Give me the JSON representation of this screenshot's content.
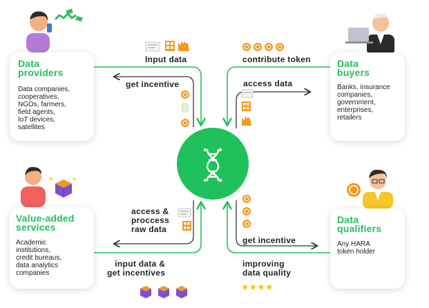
{
  "providers": {
    "title": "Data\nproviders",
    "body": "Data companies,\ncooperatives,\nNGOs, farmers,\nfield agents,\nIoT devices,\nsatellites"
  },
  "buyers": {
    "title": "Data\nbuyers",
    "body": "Banks, insurance\ncompanies,\ngovernment,\nenterprises,\nretailers"
  },
  "value_added": {
    "title": "Value-added\nservices",
    "body": "Academic\ninstitutions,\ncredit bureaus,\ndata analytics\ncompanies"
  },
  "qualifiers": {
    "title": "Data\nqualifiers",
    "body": "Any HARA\ntoken holder"
  },
  "flows": {
    "input_data": "Input data",
    "get_incentive_left": "get incentive",
    "contribute_token": "contribute token",
    "access_data": "access data",
    "access_process": "access &\nproccess\nraw data",
    "input_get_incentives": "input data &\nget incentives",
    "get_incentive_right": "get incentive",
    "improving_quality": "improving\ndata quality",
    "stars": "★★★★"
  },
  "colors": {
    "accent": "#1fc25a",
    "token": "#f29a1f",
    "cube": "#7b4fd6",
    "star": "#f5c214"
  }
}
